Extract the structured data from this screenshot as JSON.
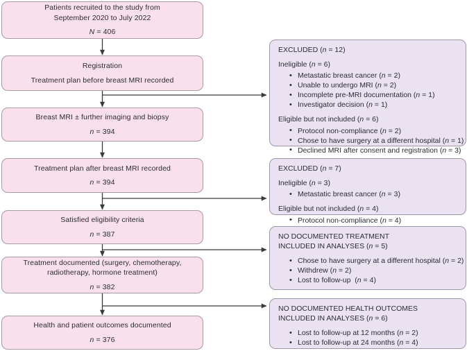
{
  "diagram": {
    "title": "CONSORT-style patient flow diagram",
    "colors": {
      "primary_box_fill": "#fae0ec",
      "primary_box_border": "#a89aa4",
      "side_box_fill": "#eae2f0",
      "side_box_border": "#a096ab",
      "connector": "#3a3a3a",
      "text": "#2b2b33",
      "background": "#ffffff"
    },
    "main_nodes": [
      {
        "id": "recruited",
        "lines": [
          "Patients recruited to the study from",
          "September 2020 to July 2022"
        ],
        "count_label": "N",
        "count_value": "= 406"
      },
      {
        "id": "registration",
        "lines": [
          "Registration",
          "Treatment plan before breast MRI recorded"
        ],
        "count_label": "",
        "count_value": ""
      },
      {
        "id": "breast-mri",
        "lines": [
          "Breast MRI ± further imaging and biopsy"
        ],
        "count_label": "n",
        "count_value": "= 394"
      },
      {
        "id": "treatment-plan-after",
        "lines": [
          "Treatment plan after breast MRI recorded"
        ],
        "count_label": "n",
        "count_value": "= 394"
      },
      {
        "id": "eligibility",
        "lines": [
          "Satisfied eligibility criteria"
        ],
        "count_label": "n",
        "count_value": "= 387"
      },
      {
        "id": "treatment-documented",
        "lines": [
          "Treatment documented (surgery, chemotherapy,",
          "radiotherapy, hormone treatment)"
        ],
        "count_label": "n",
        "count_value": "= 382"
      },
      {
        "id": "outcomes-documented",
        "lines": [
          "Health and patient outcomes documented"
        ],
        "count_label": "n",
        "count_value": "= 376"
      }
    ],
    "side_nodes": [
      {
        "id": "excluded-12",
        "heading_pre": "EXCLUDED (",
        "heading_italic": "n",
        "heading_post": " = 12)",
        "groups": [
          {
            "label_pre": "Ineligible (",
            "label_italic": "n",
            "label_post": " = 6)",
            "items": [
              {
                "text": "Metastatic breast cancer (",
                "italic": "n",
                "post": " = 2)"
              },
              {
                "text": "Unable to undergo MRI (",
                "italic": "n",
                "post": " = 2)"
              },
              {
                "text": "Incomplete pre-MRI documentation (",
                "italic": "n",
                "post": " = 1)"
              },
              {
                "text": "Investigator decision (",
                "italic": "n",
                "post": " = 1)"
              }
            ]
          },
          {
            "label_pre": "Eligible but not included (",
            "label_italic": "n",
            "label_post": " = 6)",
            "items": [
              {
                "text": "Protocol non-compliance (",
                "italic": "n",
                "post": " = 2)"
              },
              {
                "text": "Chose to have surgery at a different hospital (",
                "italic": "n",
                "post": " = 1)"
              },
              {
                "text": "Declined MRI after consent and registration (",
                "italic": "n",
                "post": " = 3)"
              }
            ]
          }
        ]
      },
      {
        "id": "excluded-7",
        "heading_pre": "EXCLUDED (",
        "heading_italic": "n",
        "heading_post": " = 7)",
        "groups": [
          {
            "label_pre": "Ineligible (",
            "label_italic": "n",
            "label_post": " = 3)",
            "items": [
              {
                "text": "Metastatic breast cancer (",
                "italic": "n",
                "post": " = 3)"
              }
            ]
          },
          {
            "label_pre": "Eligible but not included (",
            "label_italic": "n",
            "label_post": " = 4)",
            "items": [
              {
                "text": "Protocol non-compliance (",
                "italic": "n",
                "post": " = 4)"
              }
            ]
          }
        ]
      },
      {
        "id": "no-documented-treatment",
        "heading_pre": "NO DOCUMENTED TREATMENT\nINCLUDED IN ANALYSES (",
        "heading_italic": "n",
        "heading_post": " = 5)",
        "groups": [
          {
            "label_pre": "",
            "label_italic": "",
            "label_post": "",
            "items": [
              {
                "text": "Chose to have surgery at a different hospital (",
                "italic": "n",
                "post": " = 2)"
              },
              {
                "text": "Withdrew (",
                "italic": "n",
                "post": " = 2)"
              },
              {
                "text": "Lost to follow-up  (",
                "italic": "n",
                "post": " = 4)"
              }
            ]
          }
        ]
      },
      {
        "id": "no-documented-health-outcomes",
        "heading_pre": "NO DOCUMENTED HEALTH OUTCOMES\nINCLUDED IN ANALYSES (",
        "heading_italic": "n",
        "heading_post": " = 6)",
        "groups": [
          {
            "label_pre": "",
            "label_italic": "",
            "label_post": "",
            "items": [
              {
                "text": "Lost to follow-up at 12 months (",
                "italic": "n",
                "post": " = 2)"
              },
              {
                "text": "Lost to follow-up at 24 months (",
                "italic": "n",
                "post": " = 4)"
              }
            ]
          }
        ]
      }
    ]
  }
}
